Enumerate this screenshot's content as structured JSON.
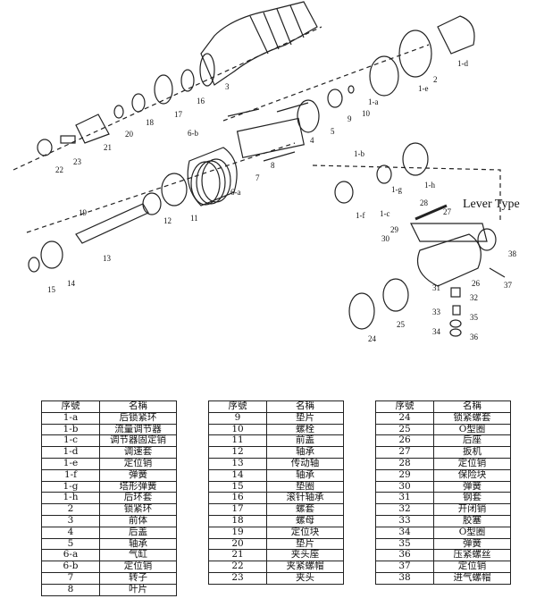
{
  "diagram": {
    "title": "Lever Type",
    "labels": [
      "1-a",
      "1-b",
      "1-c",
      "1-d",
      "1-e",
      "1-f",
      "1-g",
      "1-h",
      "2",
      "3",
      "4",
      "5",
      "6-a",
      "6-b",
      "7",
      "8",
      "9",
      "10",
      "11",
      "12",
      "13",
      "14",
      "15",
      "16",
      "17",
      "18",
      "19",
      "20",
      "21",
      "22",
      "23",
      "24",
      "25",
      "26",
      "27",
      "28",
      "29",
      "30",
      "31",
      "32",
      "33",
      "34",
      "35",
      "36",
      "37",
      "38"
    ]
  },
  "tables": {
    "header_no": "序號",
    "header_name": "名稱",
    "col1": [
      [
        "1-a",
        "后锁紧环"
      ],
      [
        "1-b",
        "流量调节器"
      ],
      [
        "1-c",
        "调节器固定销"
      ],
      [
        "1-d",
        "调速套"
      ],
      [
        "1-e",
        "定位销"
      ],
      [
        "1-f",
        "弹簧"
      ],
      [
        "1-g",
        "塔形弹簧"
      ],
      [
        "1-h",
        "后环套"
      ],
      [
        "2",
        "锁紧环"
      ],
      [
        "3",
        "前体"
      ],
      [
        "4",
        "后盖"
      ],
      [
        "5",
        "轴承"
      ],
      [
        "6-a",
        "气缸"
      ],
      [
        "6-b",
        "定位销"
      ],
      [
        "7",
        "转子"
      ],
      [
        "8",
        "叶片"
      ]
    ],
    "col2": [
      [
        "9",
        "垫片"
      ],
      [
        "10",
        "螺栓"
      ],
      [
        "11",
        "前盖"
      ],
      [
        "12",
        "轴承"
      ],
      [
        "13",
        "传动轴"
      ],
      [
        "14",
        "轴承"
      ],
      [
        "15",
        "垫圈"
      ],
      [
        "16",
        "滚针轴承"
      ],
      [
        "17",
        "螺套"
      ],
      [
        "18",
        "螺母"
      ],
      [
        "19",
        "定位块"
      ],
      [
        "20",
        "垫片"
      ],
      [
        "21",
        "夹头座"
      ],
      [
        "22",
        "夹紧螺帽"
      ],
      [
        "23",
        "夹头"
      ]
    ],
    "col3": [
      [
        "24",
        "锁紧螺套"
      ],
      [
        "25",
        "O型圈"
      ],
      [
        "26",
        "后座"
      ],
      [
        "27",
        "扳机"
      ],
      [
        "28",
        "定位销"
      ],
      [
        "29",
        "保险块"
      ],
      [
        "30",
        "弹簧"
      ],
      [
        "31",
        "钢套"
      ],
      [
        "32",
        "开闭销"
      ],
      [
        "33",
        "胶塞"
      ],
      [
        "34",
        "O型圈"
      ],
      [
        "35",
        "弹簧"
      ],
      [
        "36",
        "压紧螺丝"
      ],
      [
        "37",
        "定位销"
      ],
      [
        "38",
        "进气螺帽"
      ]
    ]
  }
}
